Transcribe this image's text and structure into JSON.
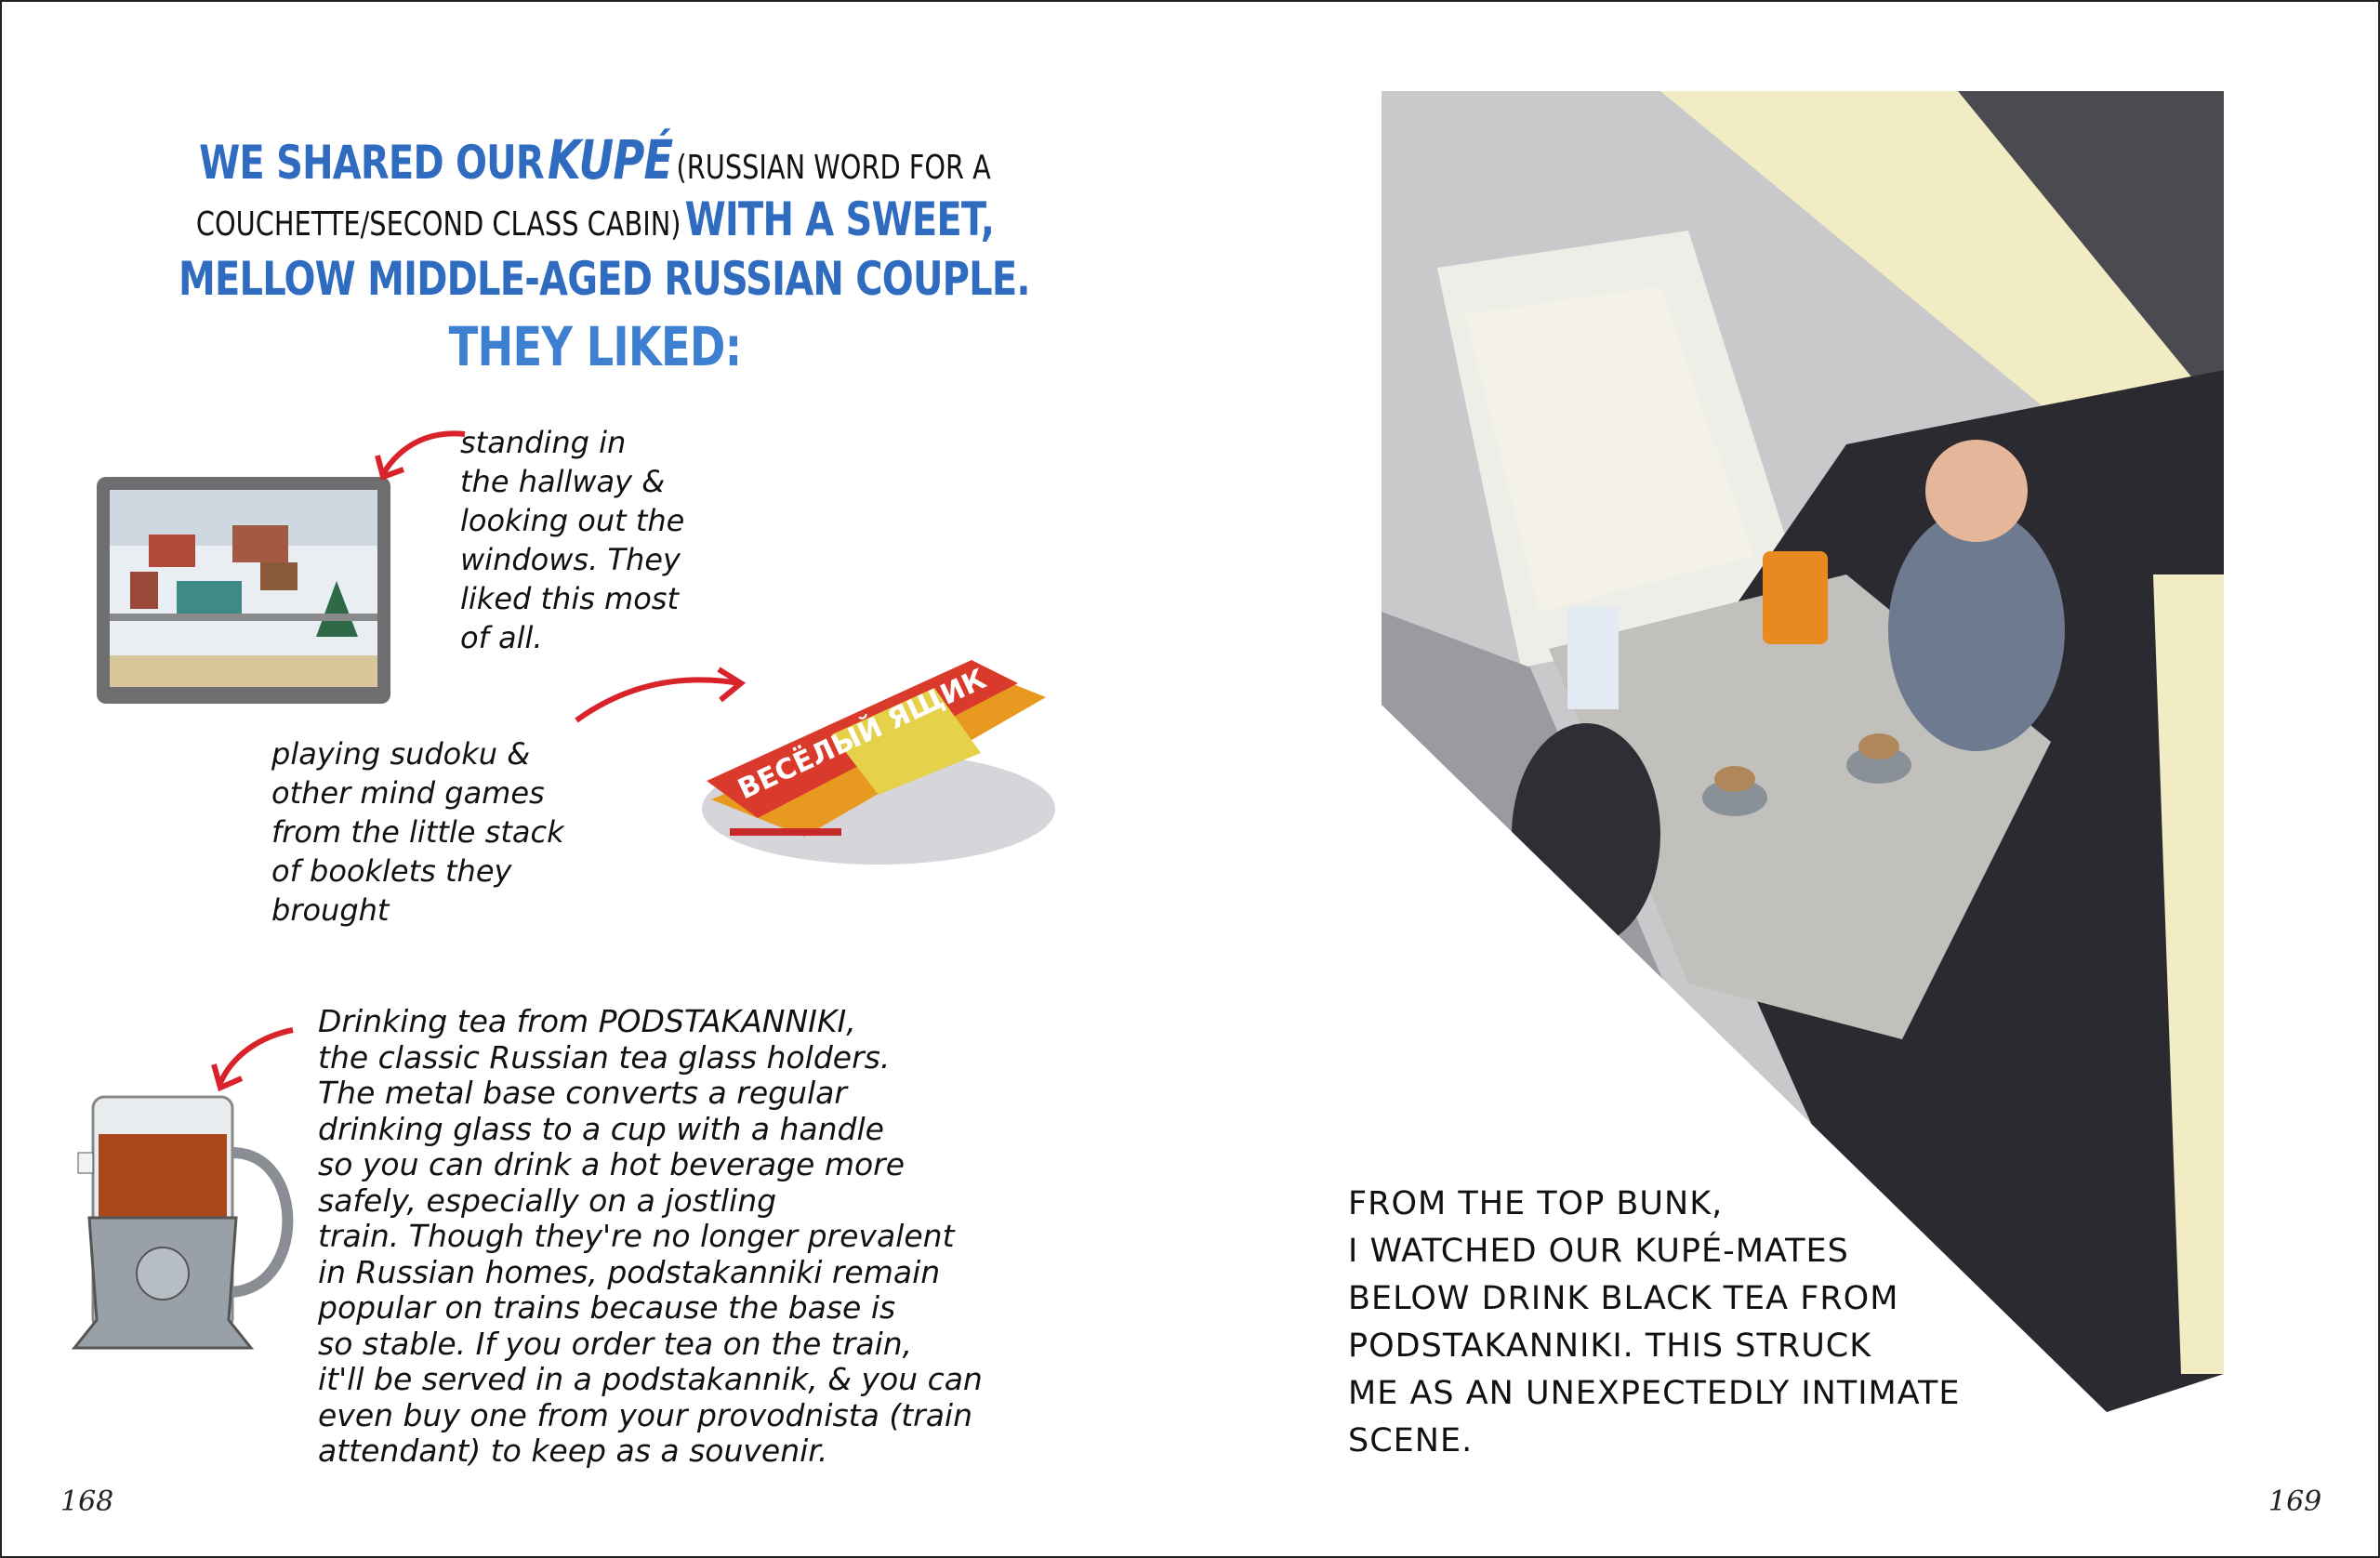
{
  "left_page": {
    "heading": {
      "line1_bold_a": "WE SHARED OUR",
      "line1_bold_b": "KUPÉ",
      "line1_plain": "(RUSSIAN WORD FOR A",
      "line2_plain": "COUCHETTE/SECOND CLASS CABIN)",
      "line2_bold": "WITH A SWEET,",
      "line3_bold": "MELLOW MIDDLE-AGED RUSSIAN COUPLE.",
      "line4_bold": "THEY LIKED:"
    },
    "items": [
      {
        "text": "standing in\nthe hallway &\nlooking out the\nwindows. They\nliked this most\nof all."
      },
      {
        "text": "playing sudoku &\nother mind games\nfrom the little stack\nof booklets they\nbrought",
        "booklet_title": "ВЕСЁЛЫЙ ЯЩИК"
      },
      {
        "text": "Drinking tea from PODSTAKANNIKI,\nthe classic Russian tea glass holders.\nThe metal base converts a regular\ndrinking glass to a cup with a handle\nso you can drink a hot beverage more\nsafely, especially on a jostling\ntrain. Though they're no longer prevalent\nin Russian homes, podstakanniki remain\npopular on trains because the base is\nso stable. If you order tea on the train,\nit'll be served in a podstakannik, & you can\neven buy one from your provodnista (train\nattendant) to keep as a souvenir."
      }
    ],
    "page_number": "168"
  },
  "right_page": {
    "caption": "FROM THE TOP BUNK,\nI WATCHED OUR KUPÉ-MATES\nBELOW DRINK BLACK TEA FROM\nPODSTAKANNIKI. THIS STRUCK\nME AS AN UNEXPECTEDLY INTIMATE\nSCENE.",
    "page_number": "169"
  },
  "colors": {
    "heading_blue": "#2f6cc0",
    "arrow_red": "#d8232a",
    "ink": "#111111"
  }
}
